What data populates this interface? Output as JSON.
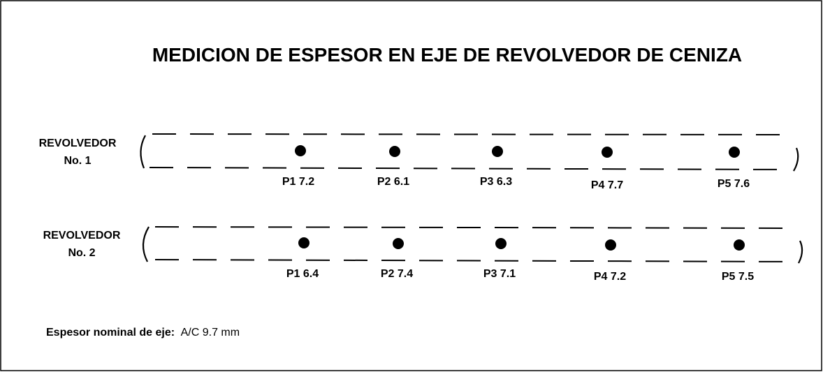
{
  "title": "MEDICION DE ESPESOR EN EJE DE REVOLVEDOR DE CENIZA",
  "shafts": [
    {
      "label_line1": "REVOLVEDOR",
      "label_line2": "No. 1",
      "points": [
        {
          "label": "P1 7.2"
        },
        {
          "label": "P2 6.1"
        },
        {
          "label": "P3 6.3"
        },
        {
          "label": "P4 7.7"
        },
        {
          "label": "P5 7.6"
        }
      ]
    },
    {
      "label_line1": "REVOLVEDOR",
      "label_line2": "No. 2",
      "points": [
        {
          "label": "P1 6.4"
        },
        {
          "label": "P2 7.4"
        },
        {
          "label": "P3 7.1"
        },
        {
          "label": "P4 7.2"
        },
        {
          "label": "P5 7.5"
        }
      ]
    }
  ],
  "nominal": {
    "label": "Espesor nominal de eje:",
    "value": "A/C 9.7 mm"
  },
  "colors": {
    "ink": "#000000",
    "background": "#ffffff"
  }
}
